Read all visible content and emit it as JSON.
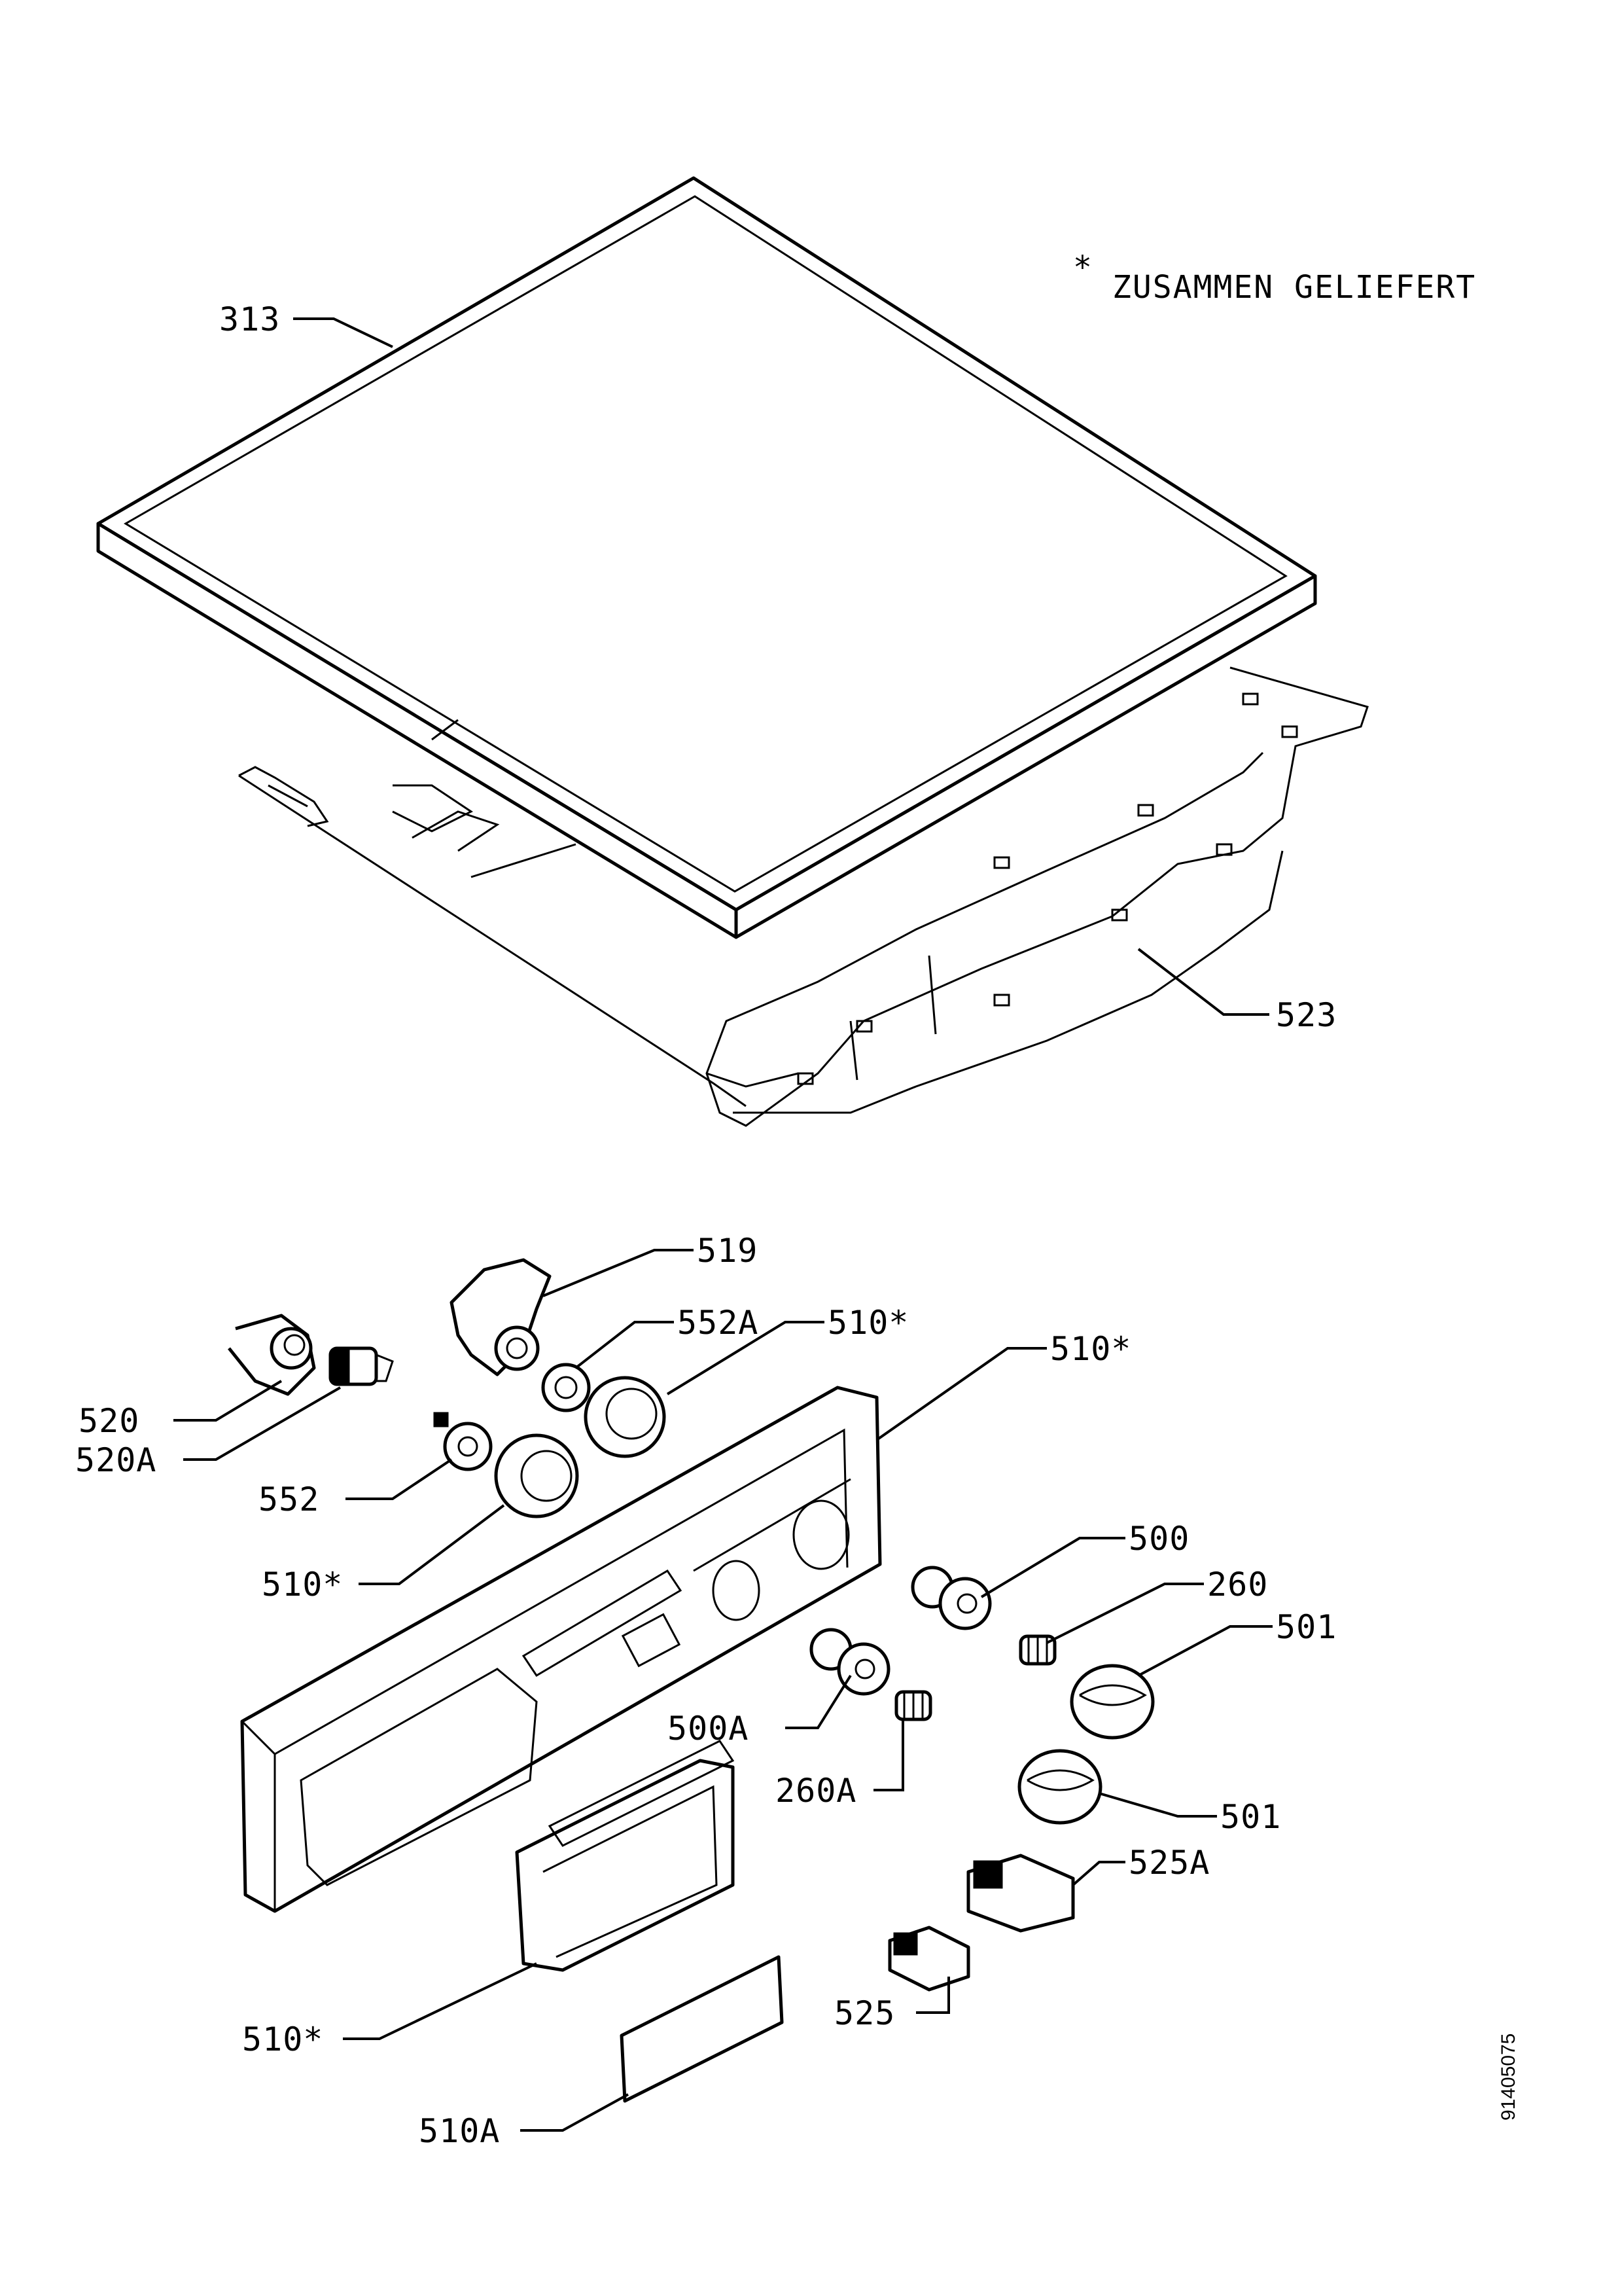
{
  "note": {
    "asterisk": "*",
    "text": "ZUSAMMEN GELIEFERT"
  },
  "reference_number": "91405075",
  "labels": {
    "l313": "313",
    "l523": "523",
    "l519": "519",
    "l552A": "552A",
    "l510_a": "510*",
    "l510_b": "510*",
    "l520": "520",
    "l520A": "520A",
    "l552": "552",
    "l510_c": "510*",
    "l500": "500",
    "l260": "260",
    "l501_a": "501",
    "l500A": "500A",
    "l260A": "260A",
    "l501_b": "501",
    "l525A": "525A",
    "l525": "525",
    "l510_d": "510*",
    "l510A": "510A"
  }
}
